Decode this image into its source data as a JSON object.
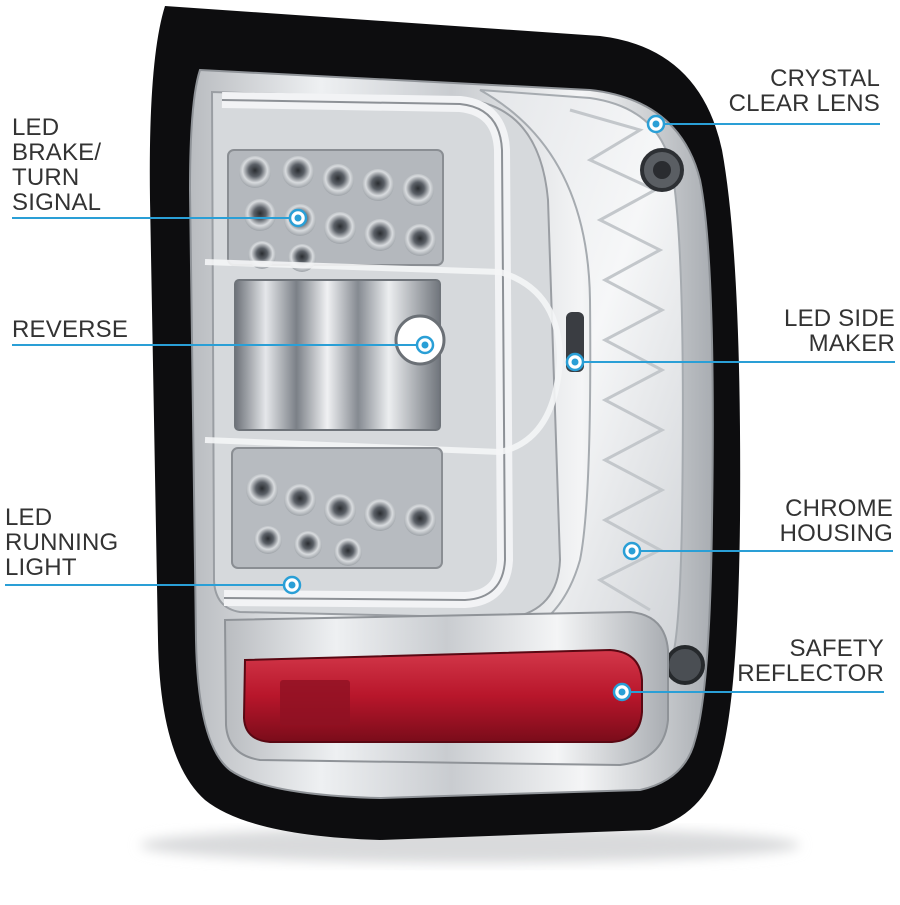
{
  "accent_color": "#2a9fd6",
  "callouts": [
    {
      "id": "crystal-clear-lens",
      "side": "right",
      "lines": [
        "CRYSTAL",
        "CLEAR LENS"
      ]
    },
    {
      "id": "led-brake-turn-signal",
      "side": "left",
      "lines": [
        "LED",
        "BRAKE/",
        "TURN",
        "SIGNAL"
      ]
    },
    {
      "id": "reverse",
      "side": "left",
      "lines": [
        "REVERSE"
      ]
    },
    {
      "id": "led-side-maker",
      "side": "right",
      "lines": [
        "LED SIDE",
        "MAKER"
      ]
    },
    {
      "id": "led-running-light",
      "side": "left",
      "lines": [
        "LED",
        "RUNNING",
        "LIGHT"
      ]
    },
    {
      "id": "chrome-housing",
      "side": "right",
      "lines": [
        "CHROME",
        "HOUSING"
      ]
    },
    {
      "id": "safety-reflector",
      "side": "right",
      "lines": [
        "SAFETY",
        "REFLECTOR"
      ]
    }
  ]
}
